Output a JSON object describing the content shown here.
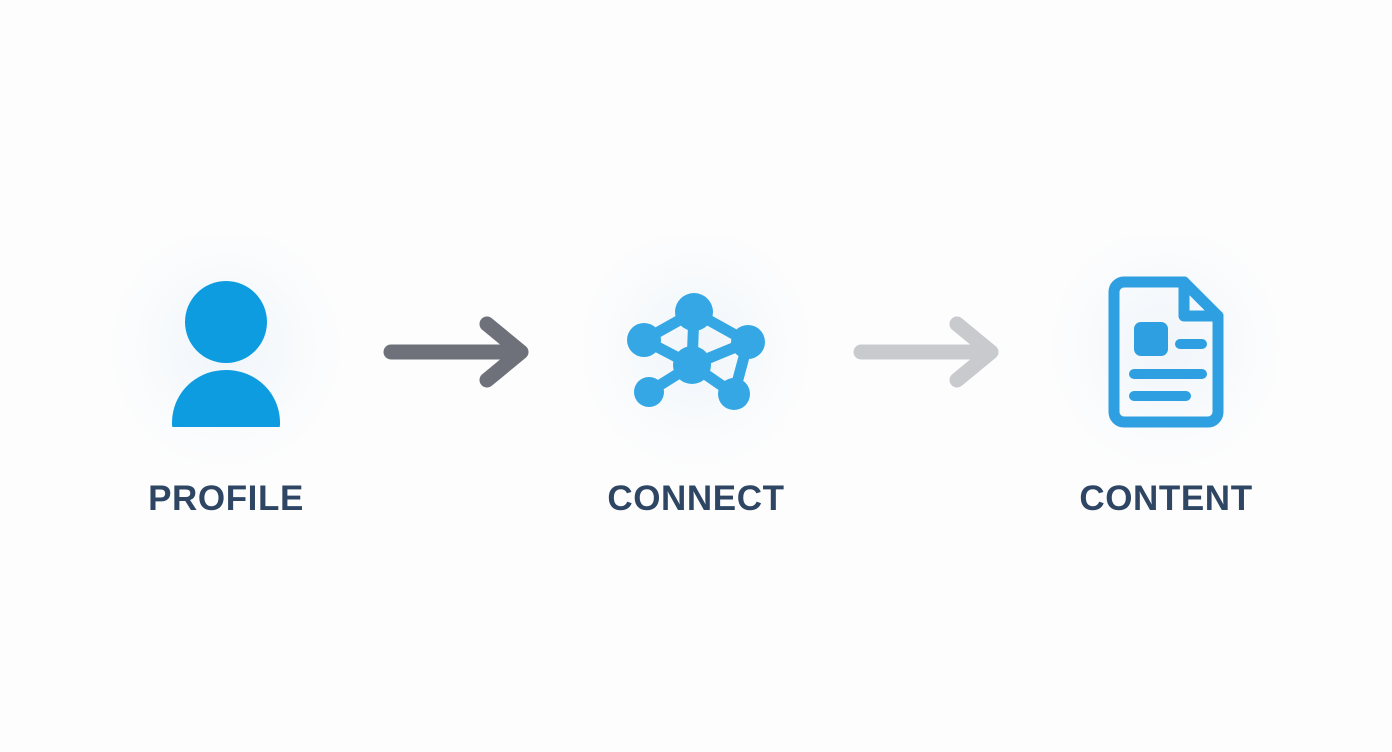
{
  "page": {
    "background_color": "#fdfdfd",
    "label_color": "#2e4663",
    "type": "three-step-process-flow"
  },
  "flow": {
    "steps": [
      {
        "label": "PROFILE",
        "icon": "person-icon",
        "icon_color": "#0e9ce0"
      },
      {
        "label": "CONNECT",
        "icon": "network-nodes-icon",
        "icon_color": "#34a7e4"
      },
      {
        "label": "CONTENT",
        "icon": "document-icon",
        "icon_color": "#2e9fe0"
      }
    ],
    "arrows": [
      {
        "name": "arrow-profile-to-connect",
        "color": "#6e7179"
      },
      {
        "name": "arrow-connect-to-content",
        "color": "#c8cace"
      }
    ]
  }
}
